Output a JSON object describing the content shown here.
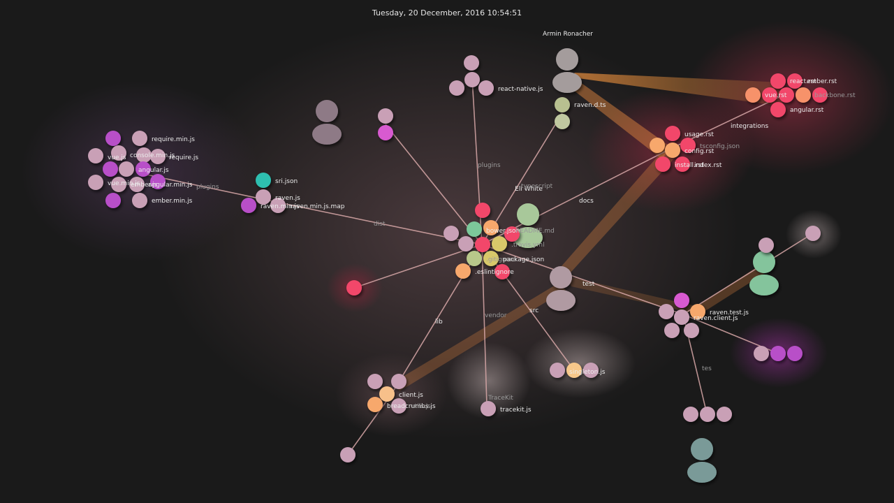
{
  "header": {
    "timestamp": "Tuesday, 20 December, 2016 10:54:51"
  },
  "users": [
    {
      "name": "Armin Ronacher",
      "color": "#a49c9c"
    },
    {
      "name": "Eli White",
      "color": "#a8c89a"
    },
    {
      "name": "",
      "color": "#8e7a86"
    },
    {
      "name": "",
      "color": "#b09aa2"
    },
    {
      "name": "",
      "color": "#84c49c"
    },
    {
      "name": "",
      "color": "#7a9a98"
    }
  ],
  "dir_labels": {
    "plugins_left": "plugins",
    "dist": "dist",
    "plugins_top": "plugins",
    "typescript": "typescript",
    "docs": "docs",
    "integrations": "integrations",
    "test": "test",
    "lib": "lib",
    "vendor": "vendor",
    "src": "src",
    "tracekit": "TraceKit",
    "tes": "tes"
  },
  "files": {
    "require_min": "require.min.js",
    "console_min": "console.min.js",
    "require": "require.js",
    "vue": "vue.js",
    "angular": "angular.js",
    "vue_min": "vue.min.js",
    "ember": "ember.js",
    "angular_min": "angular.min.js",
    "ember_min": "ember.min.js",
    "sri": "sri.json",
    "raven": "raven.js",
    "raven_min": "raven.min.js",
    "raven_min_map": "raven.min.js.map",
    "react_native": "react-native.js",
    "raven_d_ts": "raven.d.ts",
    "react_rst": "react.rst",
    "ember_rst": "ember.rst",
    "vue_rst": "vue.rst",
    "backbone_rst": "backbone.rst",
    "angular_rst": "angular.rst",
    "usage_rst": "usage.rst",
    "config_rst": "config.rst",
    "install_rst": "install.rst",
    "index_rst": "index.rst",
    "tsconfig": "tsconfig.json",
    "bower": "bower.json",
    "readme": "README.md",
    "travis": ".travis.yml",
    "gitignore": ".gitignore",
    "package": "package.json",
    "eslintignore": ".eslintignore",
    "raven_test": "raven.test.js",
    "raven_client": "raven.client.js",
    "singleton": "singleton.js",
    "client": "client.js",
    "breadcrumbs": "breadcrumbs.js",
    "utils": "utils.js",
    "tracekit": "tracekit.js"
  },
  "colors": {
    "background": "#1a1a1a",
    "edge": "#d8a8a8",
    "beam": "#d9823e",
    "js": "#c9a0b6",
    "min_js": "#b84fc8",
    "json": "#2fbfb0",
    "rst": "#f2476a",
    "orange": "#f7a86c",
    "yellow": "#d8c86a",
    "green": "#7cc89a",
    "ts": "#c0c8a0",
    "pink": "#d85ad0"
  }
}
